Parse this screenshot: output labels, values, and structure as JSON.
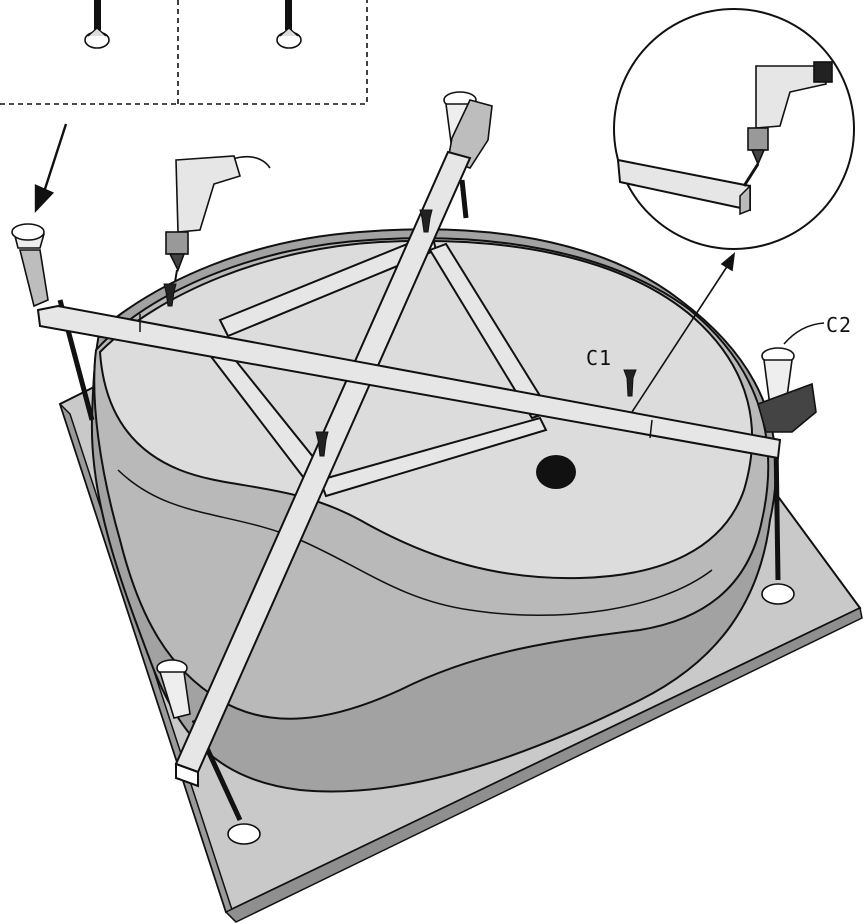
{
  "labels": {
    "c1": "C1",
    "c2": "C2"
  },
  "colors": {
    "platform": "#c9c9c9",
    "basin_light": "#dcdcdc",
    "basin_mid": "#b9b9b9",
    "basin_dark": "#a2a2a2",
    "frame": "#e6e6e6",
    "outline": "#111111"
  },
  "parts": {
    "adjustable_legs": 6,
    "frame_beams": [
      "main-beam-horizontal",
      "main-beam-diagonal",
      "brace-top",
      "brace-left",
      "brace-right",
      "brace-bottom"
    ],
    "detail_view": "drill-into-frame-beam"
  }
}
